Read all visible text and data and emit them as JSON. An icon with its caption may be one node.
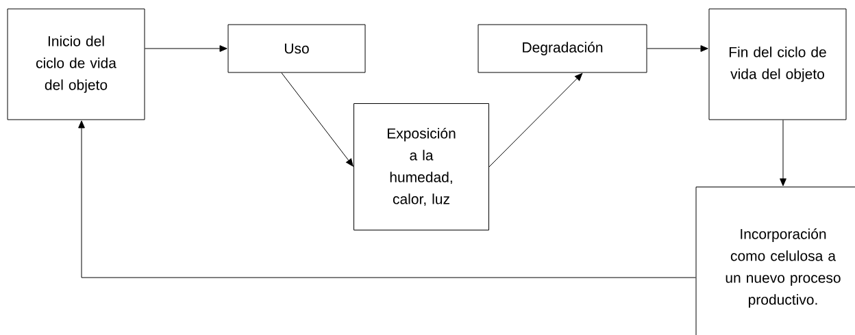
{
  "diagram": {
    "nodes": [
      {
        "text": [
          "Inicio del ciclo de vida del objeto"
        ]
      },
      {
        "text": [
          "Uso"
        ]
      },
      {
        "text": [
          "Exposición a la humedad, calor, luz"
        ]
      },
      {
        "text": [
          "Degradación"
        ]
      },
      {
        "text": [
          "Fin del ciclo de vida del objeto"
        ]
      },
      {
        "text": [
          "Incorporación como celulosa a un nuevo proceso productivo."
        ]
      }
    ],
    "edges": [
      {
        "from": 0,
        "to": 1,
        "arrow": "to"
      },
      {
        "from": 1,
        "to": 2,
        "arrow": "to"
      },
      {
        "from": 2,
        "to": 3,
        "arrow": "to"
      },
      {
        "from": 3,
        "to": 4,
        "arrow": "to"
      },
      {
        "from": 4,
        "to": 5,
        "arrow": "to"
      },
      {
        "from": 5,
        "to": 0,
        "arrow": "to"
      }
    ]
  }
}
